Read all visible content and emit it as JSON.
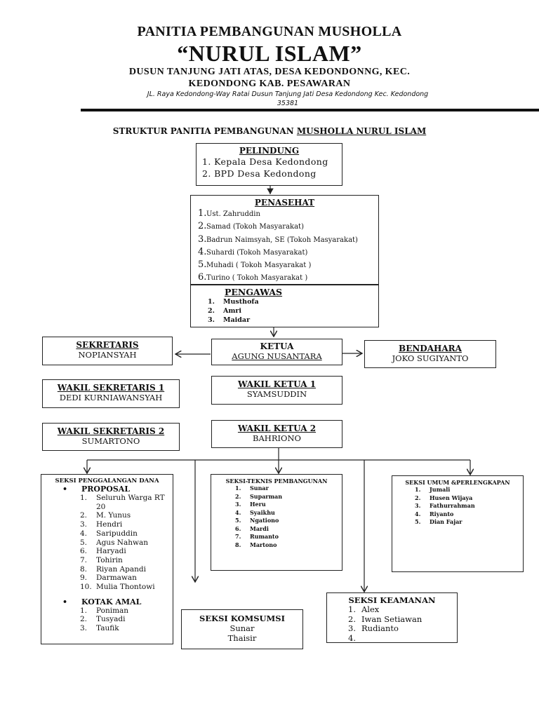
{
  "header": {
    "line1": "PANITIA PEMBANGUNAN MUSHOLLA",
    "line2": "“NURUL ISLAM”",
    "line3": "DUSUN TANJUNG JATI ATAS, DESA KEDONDONNG, KEC.",
    "line4": "KEDONDONG KAB. PESAWARAN",
    "address": "JL. Raya Kedondong-Way Ratai Dusun Tanjung Jati Desa Kedondong Kec. Kedondong",
    "postcode": "35381"
  },
  "structure_title": {
    "plain": "STRUKTUR PANITIA PEMBANGUNAN ",
    "underlined": "MUSHOLLA NURUL ISLAM"
  },
  "pelindung": {
    "title": "PELINDUNG",
    "items": [
      "1. Kepala Desa Kedondong",
      "2. BPD Desa Kedondong"
    ]
  },
  "penasehat": {
    "title": "PENASEHAT",
    "items": [
      {
        "n": "1.",
        "t": "Ust. Zahruddin"
      },
      {
        "n": "2.",
        "t": "Samad  (Tokoh Masyarakat)"
      },
      {
        "n": "3.",
        "t": "Badrun Naimsyah, SE (Tokoh Masyarakat)"
      },
      {
        "n": "4.",
        "t": "Suhardi (Tokoh Masyarakat)"
      },
      {
        "n": "5.",
        "t": "Muhadi ( Tokoh Masyarakat )"
      },
      {
        "n": "6.",
        "t": "Turino ( Tokoh Masyarakat )"
      }
    ]
  },
  "pengawas": {
    "title": "PENGAWAS",
    "items": [
      {
        "n": "1.",
        "t": "Musthofa"
      },
      {
        "n": "2.",
        "t": "Amri"
      },
      {
        "n": "3.",
        "t": "Maidar"
      }
    ]
  },
  "sekretaris": {
    "title": "SEKRETARIS",
    "name": "NOPIANSYAH"
  },
  "ketua": {
    "title": "KETUA",
    "name": "AGUNG NUSANTARA"
  },
  "bendahara": {
    "title": "BENDAHARA",
    "name": "JOKO SUGIYANTO"
  },
  "wakil_sekretaris_1": {
    "title": "WAKIL SEKRETARIS 1",
    "name": "DEDI KURNIAWANSYAH"
  },
  "wakil_ketua_1": {
    "title": "WAKIL KETUA 1",
    "name": "SYAMSUDDIN"
  },
  "wakil_sekretaris_2": {
    "title": "WAKIL SEKRETARIS 2",
    "name": "SUMARTONO"
  },
  "wakil_ketua_2": {
    "title": "WAKIL KETUA 2",
    "name": "BAHRIONO"
  },
  "penggalangan": {
    "title": "SEKSI PENGGALANGAN DANA",
    "proposal_label": "PROPOSAL",
    "proposal": [
      {
        "n": "1.",
        "t": "Seluruh Warga RT"
      },
      {
        "n": "",
        "t": "20"
      },
      {
        "n": "2.",
        "t": "M. Yunus"
      },
      {
        "n": "3.",
        "t": "Hendri"
      },
      {
        "n": "4.",
        "t": "Saripuddin"
      },
      {
        "n": "5.",
        "t": "Agus Nahwan"
      },
      {
        "n": "6.",
        "t": "Haryadi"
      },
      {
        "n": "7.",
        "t": "Tohirin"
      },
      {
        "n": "8.",
        "t": "Riyan Apandi"
      },
      {
        "n": "9.",
        "t": "Darmawan"
      },
      {
        "n": "10.",
        "t": "Mulia Thontowi"
      }
    ],
    "kotak_label": "KOTAK AMAL",
    "kotak": [
      {
        "n": "1.",
        "t": "Poniman"
      },
      {
        "n": "2.",
        "t": "Tusyadi"
      },
      {
        "n": "3.",
        "t": "Taufik"
      }
    ]
  },
  "teknis": {
    "title": "SEKSI-TEKNIS PEMBANGUNAN",
    "items": [
      {
        "n": "1.",
        "t": "Sunar"
      },
      {
        "n": "2.",
        "t": "Suparman"
      },
      {
        "n": "3.",
        "t": "Heru"
      },
      {
        "n": "4.",
        "t": "Syaikhu"
      },
      {
        "n": "5.",
        "t": "Ngationo"
      },
      {
        "n": "6.",
        "t": "Mardi"
      },
      {
        "n": "7.",
        "t": "Rumanto"
      },
      {
        "n": "8.",
        "t": "Martono"
      }
    ]
  },
  "umum": {
    "title": "SEKSI UMUM &PERLENGKAPAN",
    "items": [
      {
        "n": "1.",
        "t": "Jumali"
      },
      {
        "n": "2.",
        "t": "Husen Wijaya"
      },
      {
        "n": "3.",
        "t": "Fathurrahman"
      },
      {
        "n": "4.",
        "t": "Riyanto"
      },
      {
        "n": "5.",
        "t": "Dian Fajar"
      }
    ]
  },
  "keamanan": {
    "title": "SEKSI KEAMANAN",
    "items": [
      {
        "n": "1.",
        "t": "Alex"
      },
      {
        "n": "2.",
        "t": "Iwan Setiawan"
      },
      {
        "n": "3.",
        "t": "Rudianto"
      },
      {
        "n": "4.",
        "t": ""
      }
    ]
  },
  "konsumsi": {
    "title": "SEKSI KOMSUMSI",
    "names": [
      "Sunar",
      "Thaisir"
    ]
  }
}
